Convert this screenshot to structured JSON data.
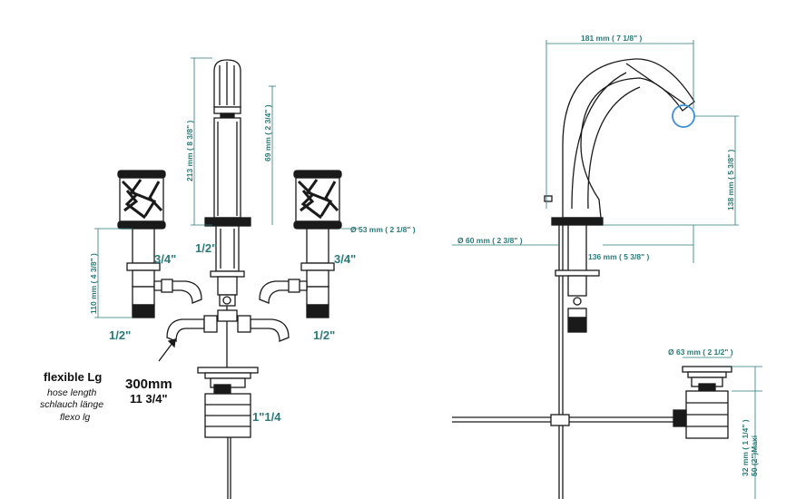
{
  "colors": {
    "dimension": "#2a7a78",
    "outline": "#1a1a1a",
    "accent_circle": "#3a8fd8"
  },
  "front_view": {
    "height_total": "213 mm ( 8 3/8\" )",
    "spout_height": "69 mm ( 2 3/4\" )",
    "handle_height": "110 mm ( 4 3/8\" )",
    "handle_diameter": "Ø  53 mm ( 2 1/8\" )",
    "thread_valve_34_left": "3/4\"",
    "thread_valve_34_right": "3/4\"",
    "thread_spout_12": "1/2\"",
    "thread_left_12": "1/2\"",
    "thread_right_12": "1/2\"",
    "drain_thread": "1\"1/4"
  },
  "hose_note": {
    "title": "flexible Lg",
    "en": "hose length",
    "de": "schlauch länge",
    "es": "flexo lg",
    "length_mm": "300mm",
    "length_in": "11 3/4\""
  },
  "side_view": {
    "reach": "181 mm ( 7 1/8\" )",
    "spout_height": "138 mm ( 5 3/8\" )",
    "base_diameter": "Ø  60 mm ( 2 3/8\" )",
    "offset": "136 mm ( 5 3/8\" )",
    "drain_diameter": "Ø  63 mm ( 2 1/2\" )",
    "drain_height_1": "32 mm ( 1 1/4\" )",
    "drain_height_2": "50 (2\")Maxi"
  }
}
